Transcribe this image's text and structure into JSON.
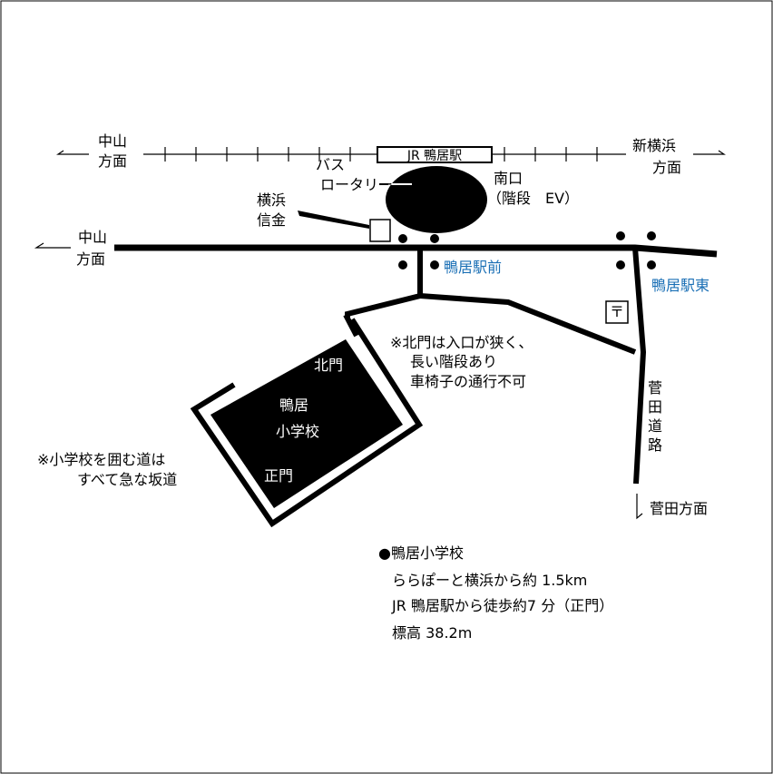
{
  "railway": {
    "station_name": "JR 鴨居駅",
    "left_direction": [
      "中山",
      "方面"
    ],
    "right_direction": [
      "新横浜",
      "方面"
    ]
  },
  "road": {
    "left_direction": [
      "中山",
      "方面"
    ],
    "bottom_direction": "菅田方面",
    "sugata_road": [
      "菅",
      "田",
      "道",
      "路"
    ]
  },
  "landmarks": {
    "bus_rotary": [
      "バス",
      "ロータリー"
    ],
    "south_exit": [
      "南口",
      "（階段　EV）"
    ],
    "bank": [
      "横浜",
      "信金"
    ],
    "bus_stop_mae": "鴨居駅前",
    "bus_stop_higashi": "鴨居駅東",
    "post_office_symbol": "〒"
  },
  "school": {
    "name": [
      "鴨居",
      "小学校"
    ],
    "north_gate": "北門",
    "main_gate": "正門"
  },
  "notes": {
    "north_gate_note": [
      "※北門は入口が狭く、",
      "長い階段あり",
      "車椅子の通行不可"
    ],
    "slope_note": [
      "※小学校を囲む道は",
      "すべて急な坂道"
    ]
  },
  "info": {
    "title": "●鴨居小学校",
    "lines": [
      "ららぽーと横浜から約 1.5km",
      "JR 鴨居駅から徒歩約7 分（正門）",
      "標高 38.2m"
    ]
  },
  "colors": {
    "ink": "#000000",
    "bus_stop_label": "#1a6fb5",
    "background": "#ffffff"
  }
}
